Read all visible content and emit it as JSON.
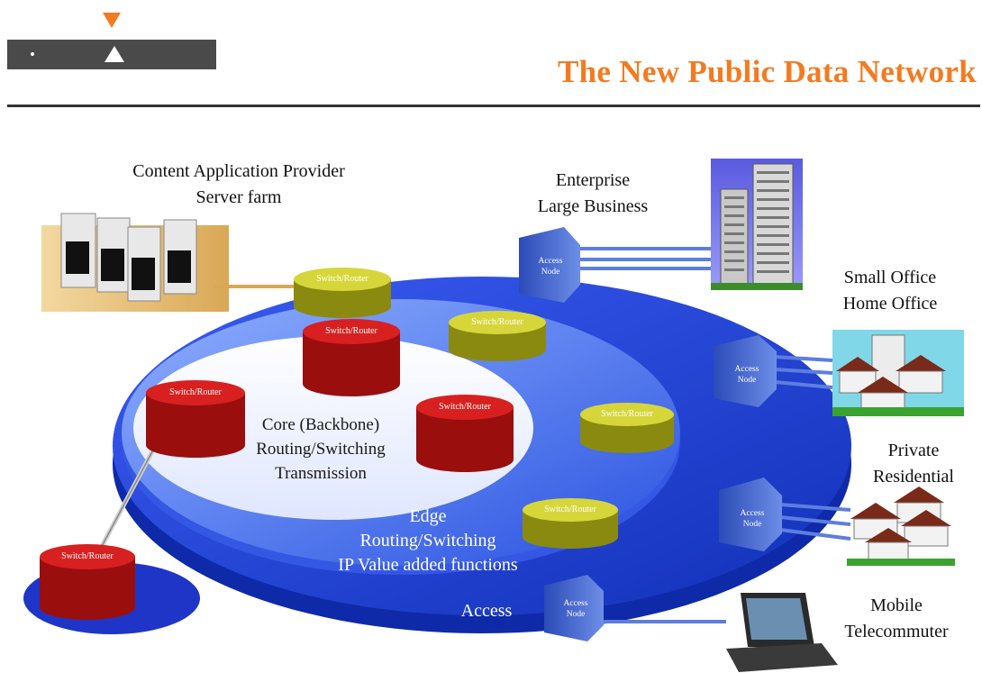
{
  "header": {
    "title": "The New Public Data Network"
  },
  "diagram": {
    "server_farm_label": [
      "Content Application Provider",
      "Server farm"
    ],
    "enterprise_label": [
      "Enterprise",
      "Large Business"
    ],
    "soho_label": [
      "Small Office",
      "Home Office"
    ],
    "residential_label": [
      "Private",
      "Residential"
    ],
    "mobile_label": [
      "Mobile",
      "Telecommuter"
    ],
    "core_label": [
      "Core (Backbone)",
      "Routing/Switching",
      "Transmission"
    ],
    "edge_label": [
      "Edge",
      "Routing/Switching",
      "IP Value added functions"
    ],
    "access_label": "Access",
    "switch_router_label": "Switch/Router",
    "access_node_label": [
      "Access",
      "Node"
    ]
  },
  "colors": {
    "title": "#f47a20",
    "access_ring": "#1f3fd6",
    "edge_ring": "#4f7bf0",
    "core": "#ffffff",
    "core_router": "#c41414",
    "edge_router": "#c4c41a",
    "access_node": "#3f63c8"
  }
}
